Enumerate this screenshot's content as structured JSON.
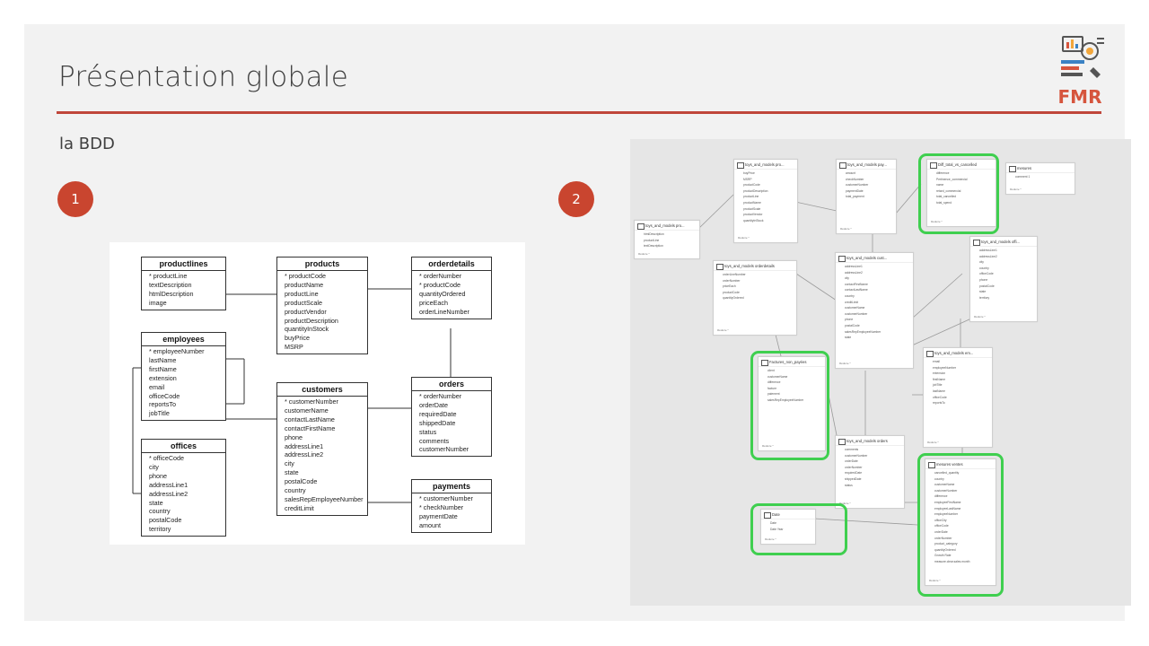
{
  "slide": {
    "title": "Présentation globale",
    "subtitle": "la BDD",
    "logo_text": "FMR",
    "badge1": "1",
    "badge2": "2"
  },
  "erd_schema": {
    "tables": [
      {
        "name": "productlines",
        "fields": [
          "* productLine",
          "textDescription",
          "htmlDescription",
          "image"
        ]
      },
      {
        "name": "products",
        "fields": [
          "* productCode",
          "productName",
          "productLine",
          "productScale",
          "productVendor",
          "productDescription",
          "quantityInStock",
          "buyPrice",
          "MSRP"
        ]
      },
      {
        "name": "orderdetails",
        "fields": [
          "* orderNumber",
          "* productCode",
          "quantityOrdered",
          "priceEach",
          "orderLineNumber"
        ]
      },
      {
        "name": "employees",
        "fields": [
          "* employeeNumber",
          "lastName",
          "firstName",
          "extension",
          "email",
          "officeCode",
          "reportsTo",
          "jobTitle"
        ]
      },
      {
        "name": "customers",
        "fields": [
          "* customerNumber",
          "customerName",
          "contactLastName",
          "contactFirstName",
          "phone",
          "addressLine1",
          "addressLine2",
          "city",
          "state",
          "postalCode",
          "country",
          "salesRepEmployeeNumber",
          "creditLimit"
        ]
      },
      {
        "name": "orders",
        "fields": [
          "* orderNumber",
          "orderDate",
          "requiredDate",
          "shippedDate",
          "status",
          "comments",
          "customerNumber"
        ]
      },
      {
        "name": "offices",
        "fields": [
          "* officeCode",
          "city",
          "phone",
          "addressLine1",
          "addressLine2",
          "state",
          "country",
          "postalCode",
          "territory"
        ]
      },
      {
        "name": "payments",
        "fields": [
          "* customerNumber",
          "* checkNumber",
          "paymentDate",
          "amount"
        ]
      }
    ]
  },
  "model_view": {
    "cards": [
      {
        "name": "toys_and_models pro...",
        "fields": [
          "buyPrice",
          "MSRP",
          "productCode",
          "productDescription",
          "productLine",
          "productName",
          "productScale",
          "productVendor",
          "quantityInStock"
        ],
        "footer": "Réduire ^"
      },
      {
        "name": "toys_and_models pay...",
        "fields": [
          "amount",
          "checkNumber",
          "customerNumber",
          "paymentDate",
          "total_payment"
        ],
        "footer": "Réduire ^"
      },
      {
        "name": "Diff_total_vs_cancelled",
        "fields": [
          "difference",
          "Pertinence_commercial",
          "name",
          "retard_commercial",
          "total_cancelled",
          "total_spend"
        ],
        "footer": "Réduire ^"
      },
      {
        "name": "mesures",
        "fields": [
          "comment 1"
        ],
        "footer": "Réduire ^"
      },
      {
        "name": "toys_and_models pro...",
        "fields": [
          "htmlDescription",
          "productLine",
          "textDescription"
        ],
        "footer": "Réduire ^"
      },
      {
        "name": "toys_and_models orderdetails",
        "fields": [
          "orderLineNumber",
          "orderNumber",
          "priceEach",
          "productCode",
          "quantityOrdered"
        ],
        "footer": "Réduire ^"
      },
      {
        "name": "toys_and_models cust...",
        "fields": [
          "addressLine1",
          "addressLine2",
          "city",
          "contactFirstName",
          "contactLastName",
          "country",
          "creditLimit",
          "customerName",
          "customerNumber",
          "phone",
          "postalCode",
          "salesRepEmployeeNumber",
          "state"
        ],
        "footer": "Réduire ^"
      },
      {
        "name": "toys_and_models offi...",
        "fields": [
          "addressLine1",
          "addressLine2",
          "city",
          "country",
          "officeCode",
          "phone",
          "postalCode",
          "state",
          "territory"
        ],
        "footer": "Réduire ^"
      },
      {
        "name": "Factures_non_payées",
        "fields": [
          "client",
          "customerName",
          "difference",
          "facture",
          "paiement",
          "salesRepEmployeeNumber"
        ],
        "footer": "Réduire ^"
      },
      {
        "name": "toys_and_models em...",
        "fields": [
          "email",
          "employeeNumber",
          "extension",
          "firstName",
          "jobTitle",
          "lastName",
          "officeCode",
          "reportsTo"
        ],
        "footer": "Réduire ^"
      },
      {
        "name": "toys_and_models orders",
        "fields": [
          "comments",
          "customerNumber",
          "orderDate",
          "orderNumber",
          "requiredDate",
          "shippedDate",
          "status"
        ],
        "footer": "Réduire ^"
      },
      {
        "name": "mesures ventes",
        "fields": [
          "cancelled_quantity",
          "country",
          "customerName",
          "customerNumber",
          "difference",
          "employeeFirstName",
          "employeeLastName",
          "employeeNumber",
          "officeCity",
          "officeCode",
          "orderDate",
          "orderNumber",
          "product_category",
          "quantityOrdered",
          "Growth Rate",
          "measure.clear.sales.month"
        ],
        "footer": "Réduire ^"
      },
      {
        "name": "Date",
        "fields": [
          "Date",
          "Date Year"
        ],
        "footer": "Réduire ^"
      }
    ]
  },
  "colors": {
    "accent": "#c0463a",
    "badge": "#c9452f",
    "highlight": "#3fcf4f"
  }
}
